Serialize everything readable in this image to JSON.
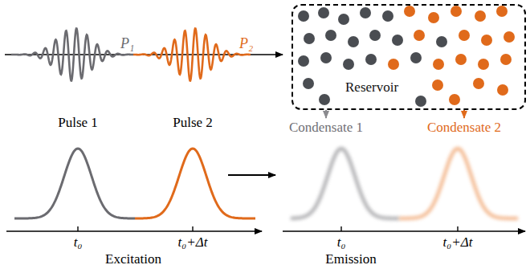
{
  "diagram": {
    "nodes": [
      {
        "text": [
          "Reservoir"
        ]
      },
      {
        "text": [
          "Condensate 1"
        ]
      },
      {
        "text": [
          "Condensate 2"
        ]
      }
    ],
    "edges": [
      {
        "from": 0,
        "to": 1,
        "arrow": "to"
      },
      {
        "from": 0,
        "to": 2,
        "arrow": "to"
      }
    ],
    "labels": [
      "P₁",
      "P₂",
      "Pulse 1",
      "Pulse 2",
      "t₀",
      "t₀+Δt",
      "Excitation",
      "t₀",
      "t₀+Δt",
      "Emission"
    ]
  }
}
